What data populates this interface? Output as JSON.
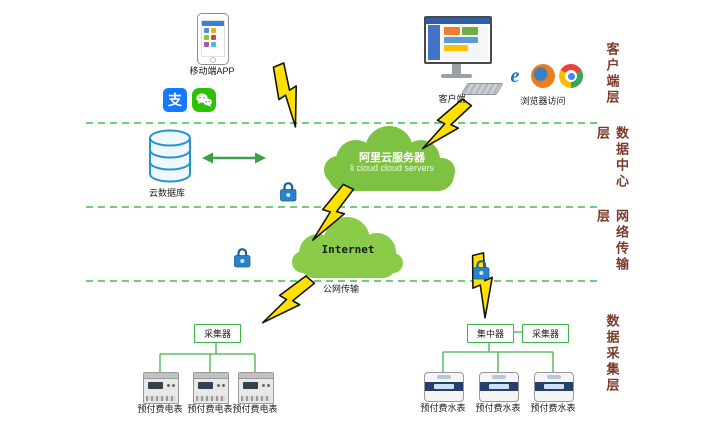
{
  "layer_labels": [
    "客户端层",
    "数据中心层",
    "网络传输层",
    "数据采集层"
  ],
  "client_layer": {
    "mobile_app": "移动端APP",
    "client": "客户端",
    "browser_access": "浏览器访问"
  },
  "icons": {
    "alipay_glyph": "支",
    "ie_glyph": "e",
    "wechat_icon": "wechat-bubbles",
    "lock_icon": "padlock",
    "lightning_icon": "lightning-bolt",
    "database_icon": "stacked-cylinder"
  },
  "data_center_layer": {
    "cloud_db": "云数据库",
    "ali_cloud_title": "阿里云服务器",
    "ali_cloud_subtitle": "li cloud  cloud servers"
  },
  "network_layer": {
    "internet": "Internet",
    "public_transmission": "公网传输"
  },
  "collection_layer": {
    "collector_left": "采集器",
    "concentrator": "集中器",
    "collector_right": "采集器",
    "electric_meters": [
      "预付费电表",
      "预付费电表",
      "预付费电表"
    ],
    "water_meters": [
      "预付费水表",
      "预付费水表",
      "预付费水表"
    ]
  },
  "colors": {
    "line_green": "#3cb54a",
    "separator_green": "#3fbf4f",
    "cloud_green": "#7dc242",
    "internet_cloud_green": "#8bcb4a",
    "bolt_yellow": "#ffe000",
    "lock_blue": "#2a83c9",
    "layer_label_brown": "#7b3b2b",
    "alipay_blue": "#1677ff",
    "wechat_green": "#2dc100"
  }
}
